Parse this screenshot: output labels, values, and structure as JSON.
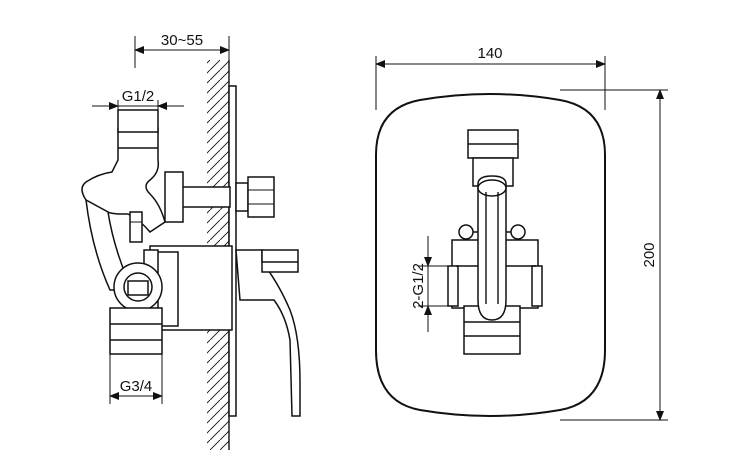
{
  "dimensions": {
    "wall_depth": "30~55",
    "inlet_thread": "G1/2",
    "outlet_thread": "G3/4",
    "plate_width": "140",
    "plate_height": "200",
    "rear_outlets": "2-G1/2"
  },
  "colors": {
    "line": "#111111",
    "background": "#ffffff"
  }
}
